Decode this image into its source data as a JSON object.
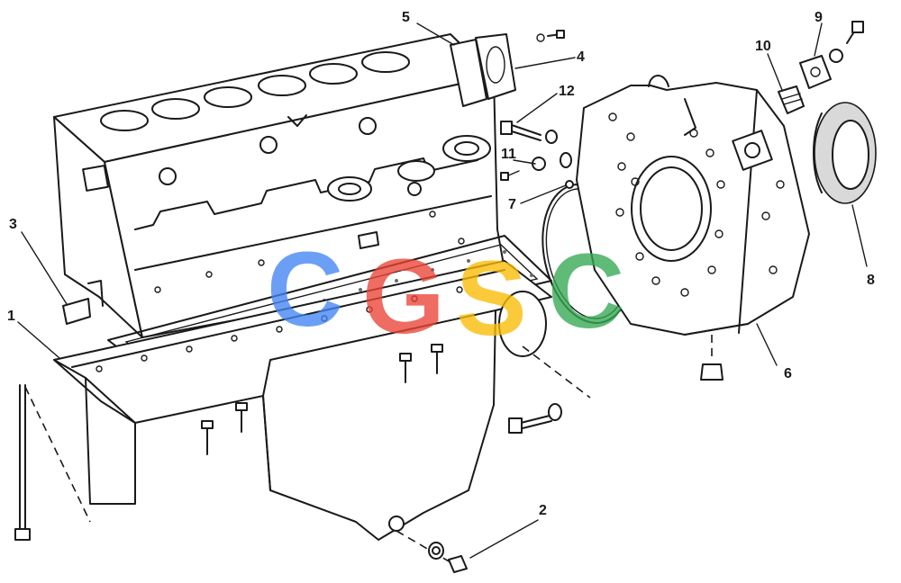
{
  "watermark": {
    "letters": [
      "C",
      "G",
      "S",
      "C"
    ],
    "colors": [
      "#4285f4",
      "#ea4335",
      "#fbbc05",
      "#34a853"
    ]
  },
  "callouts": [
    "1",
    "2",
    "3",
    "4",
    "5",
    "6",
    "7",
    "8",
    "9",
    "10",
    "11",
    "12"
  ],
  "colors": {
    "line": "#1a1a1a",
    "background": "#ffffff"
  }
}
